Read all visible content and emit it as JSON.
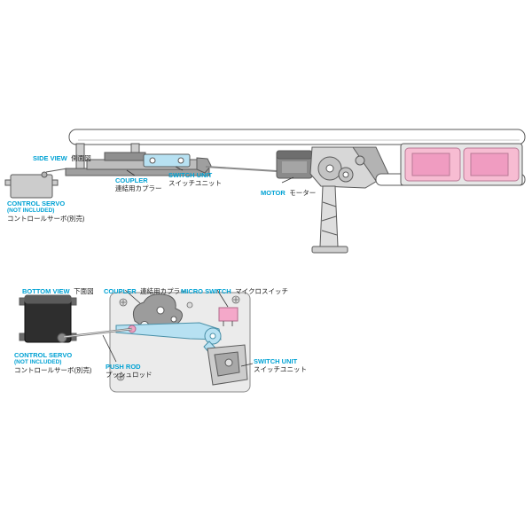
{
  "colors": {
    "label_accent": "#00a2d4",
    "battery_pink": "#f7bcd2",
    "battery_pink_dark": "#f09cc1",
    "highlight_blue": "#b7e1f2",
    "outline_gray": "#5a5a5a"
  },
  "side_view": {
    "title": "SIDE VIEW",
    "title_jp": "側面図",
    "labels": {
      "control_servo": {
        "en": "CONTROL SERVO",
        "en2": "(NOT INCLUDED)",
        "jp": "コントロールサーボ(別売)"
      },
      "coupler": {
        "en": "COUPLER",
        "jp": "連結用カプラー"
      },
      "switch_unit": {
        "en": "SWITCH UNIT",
        "jp": "スイッチユニット"
      },
      "motor": {
        "en": "MOTOR",
        "jp": "モーター"
      }
    }
  },
  "bottom_view": {
    "title": "BOTTOM VIEW",
    "title_jp": "下面図",
    "labels": {
      "coupler": {
        "en": "COUPLER",
        "jp": "連結用カプラー"
      },
      "micro_switch": {
        "en": "MICRO SWITCH",
        "jp": "マイクロスイッチ"
      },
      "control_servo": {
        "en": "CONTROL SERVO",
        "en2": "(NOT INCLUDED)",
        "jp": "コントロールサーボ(別売)"
      },
      "push_rod": {
        "en": "PUSH ROD",
        "jp": "プッシュロッド"
      },
      "switch_unit": {
        "en": "SWITCH UNIT",
        "jp": "スイッチユニット"
      }
    }
  }
}
